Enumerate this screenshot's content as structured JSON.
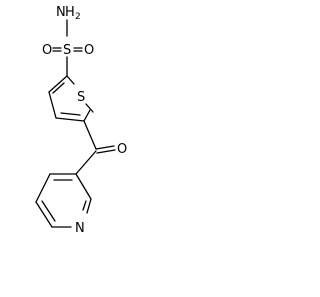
{
  "molecule": {
    "atoms": {
      "nh2": {
        "element": "N",
        "hydrogen": "H",
        "hcount": "2"
      },
      "sulfonyl_s": "S",
      "sulfonyl_o_left": "O",
      "sulfonyl_o_right": "O",
      "thiophene_s": "S",
      "carbonyl_o": "O",
      "pyridine_n": "N"
    }
  }
}
